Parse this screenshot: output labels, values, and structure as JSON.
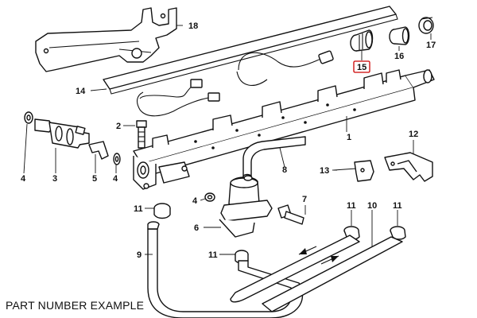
{
  "caption": "PART NUMBER EXAMPLE",
  "colors": {
    "highlight": "#cc0000",
    "line": "#111111"
  },
  "highlighted_callout": "15",
  "callouts": [
    {
      "id": "c1",
      "label": "1"
    },
    {
      "id": "c2",
      "label": "2"
    },
    {
      "id": "c3",
      "label": "3"
    },
    {
      "id": "c4a",
      "label": "4"
    },
    {
      "id": "c4b",
      "label": "4"
    },
    {
      "id": "c4c",
      "label": "4"
    },
    {
      "id": "c5",
      "label": "5"
    },
    {
      "id": "c6",
      "label": "6"
    },
    {
      "id": "c7",
      "label": "7"
    },
    {
      "id": "c8",
      "label": "8"
    },
    {
      "id": "c9",
      "label": "9"
    },
    {
      "id": "c10",
      "label": "10"
    },
    {
      "id": "c11a",
      "label": "11"
    },
    {
      "id": "c11b",
      "label": "11"
    },
    {
      "id": "c11c",
      "label": "11"
    },
    {
      "id": "c11d",
      "label": "11"
    },
    {
      "id": "c12",
      "label": "12"
    },
    {
      "id": "c13",
      "label": "13"
    },
    {
      "id": "c14",
      "label": "14"
    },
    {
      "id": "c15",
      "label": "15"
    },
    {
      "id": "c16",
      "label": "16"
    },
    {
      "id": "c17",
      "label": "17"
    },
    {
      "id": "c18",
      "label": "18"
    }
  ]
}
